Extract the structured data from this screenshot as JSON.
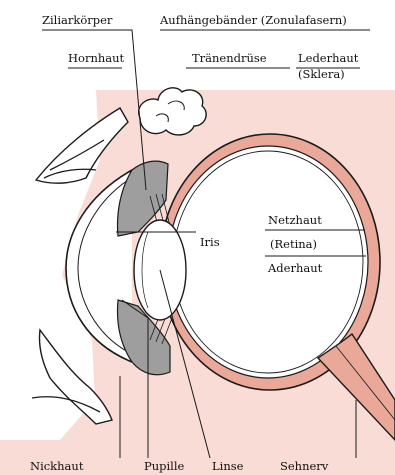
{
  "colors": {
    "background": "#ffffff",
    "skin": "#f8dcd5",
    "sclera_band": "#e9a898",
    "tissue": "#9e9e9e",
    "ink": "#1a1a1a"
  },
  "labels": {
    "ziliarkoerper": "Ziliarkörper",
    "aufhaengebaender": "Aufhängebänder (Zonulafasern)",
    "hornhaut": "Hornhaut",
    "traenendruese": "Tränendrüse",
    "lederhaut_1": "Lederhaut",
    "lederhaut_2": "(Sklera)",
    "netzhaut_1": "Netzhaut",
    "netzhaut_2": "(Retina)",
    "iris": "Iris",
    "aderhaut": "Aderhaut",
    "nickhaut": "Nickhaut",
    "pupille": "Pupille",
    "linse": "Linse",
    "sehnerv": "Sehnerv"
  }
}
